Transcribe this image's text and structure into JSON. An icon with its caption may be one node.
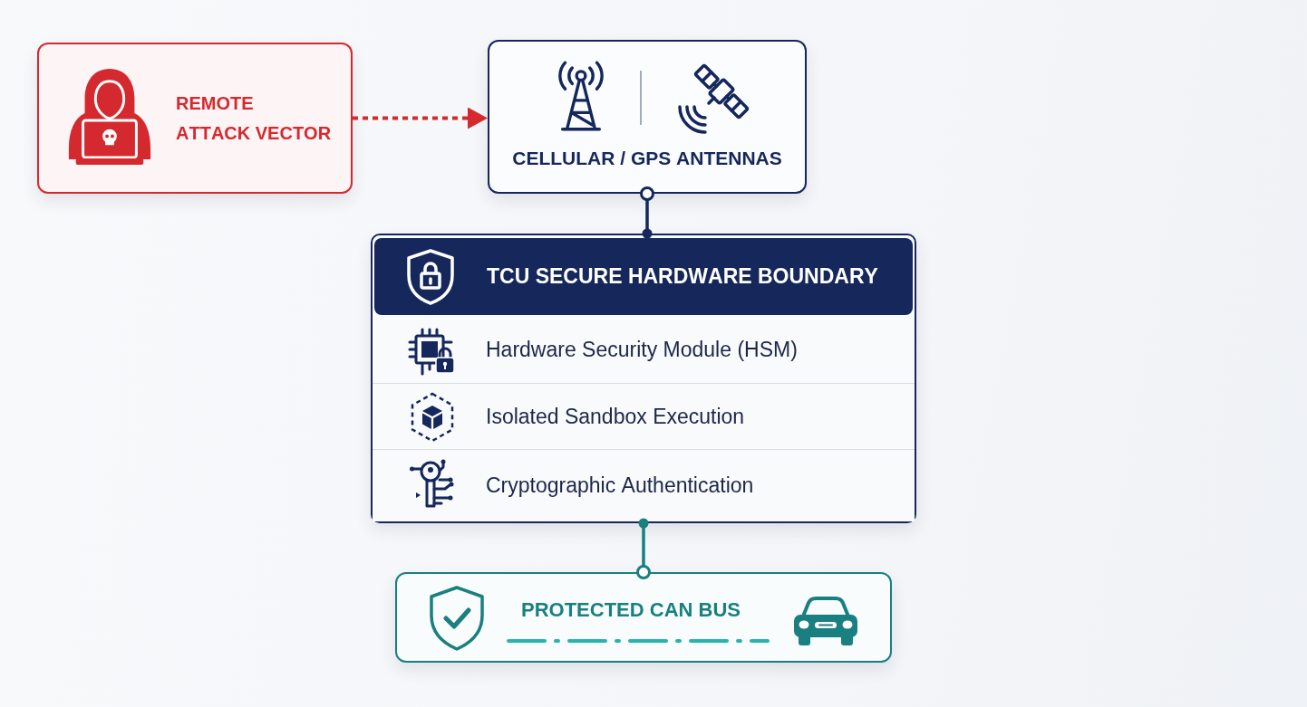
{
  "diagram": {
    "nodes": [
      {
        "text": [
          "REMOTE ATTACK VECTOR"
        ]
      },
      {
        "text": [
          "CELLULAR / GPS ANTENNAS"
        ]
      },
      {
        "text": [
          "TCU SECURE HARDWARE BOUNDARY"
        ]
      },
      {
        "text": [
          "Hardware Security Module (HSM)"
        ],
        "in": 2
      },
      {
        "text": [
          "Isolated Sandbox Execution"
        ],
        "in": 2
      },
      {
        "text": [
          "Cryptographic Authentication"
        ],
        "in": 2
      },
      {
        "text": [
          "PROTECTED CAN BUS"
        ]
      }
    ],
    "edges": [
      {
        "from": 0,
        "to": 1,
        "arrow": "to",
        "style": "dashed",
        "color": "#d42a2f"
      },
      {
        "from": 1,
        "to": 2,
        "arrow": "other",
        "color": "#15275b"
      },
      {
        "from": 6,
        "to": 2,
        "arrow": "other",
        "color": "#1a7f80"
      }
    ]
  }
}
